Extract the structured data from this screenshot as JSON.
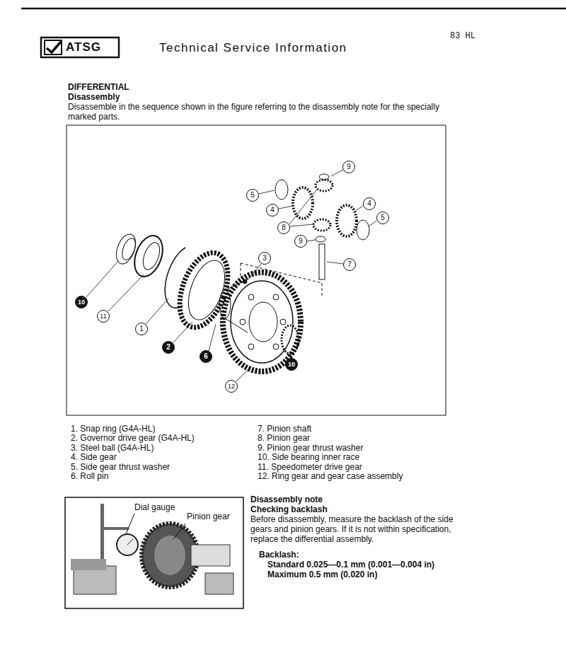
{
  "diagram": {
    "title": "Technical Service Information",
    "labels": [
      "ATSG",
      "83 HL",
      "DIFFERENTIAL",
      "Disassembly",
      "Disassemble in the sequence shown in the figure referring to the disassembly note for the specially marked parts.",
      "9",
      "5",
      "4",
      "4",
      "5",
      "8",
      "9",
      "7",
      "3",
      "10",
      "11",
      "1",
      "2",
      "6",
      "10",
      "12",
      "1. Snap ring (G4A-HL)",
      "2. Governor drive gear (G4A-HL)",
      "3. Steel ball (G4A-HL)",
      "4. Side gear",
      "5. Side gear thrust washer",
      "6. Roll pin",
      "7. Pinion shaft",
      "8. Pinion gear",
      "9. Pinion gear thrust washer",
      "10. Side bearing inner race",
      "11. Speedometer drive gear",
      "12. Ring gear and gear case assembly",
      "Dial gauge",
      "Pinion gear",
      "Disassembly note",
      "Checking backlash",
      "Before disassembly, measure the backlash of the side gears and pinion gears. If it is not within specification, replace the differential assembly.",
      "Backlash:",
      "Standard 0.025—0.1 mm (0.001—0.004 in)",
      "Maximum 0.5 mm (0.020 in)"
    ]
  }
}
